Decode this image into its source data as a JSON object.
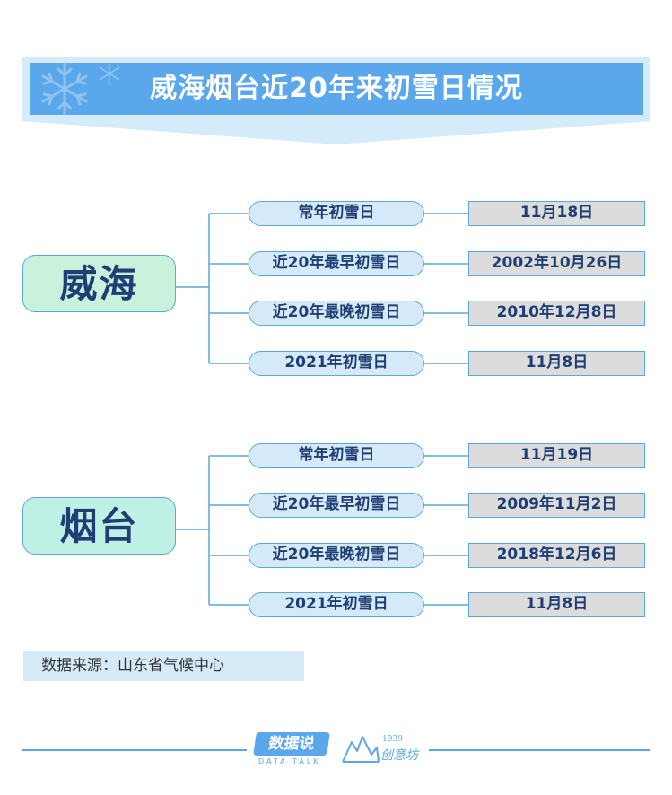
{
  "title": "威海烟台近20年来初雪日情况",
  "cities": [
    {
      "name": "威海",
      "rows": [
        {
          "label": "常年初雪日",
          "value": "11月18日"
        },
        {
          "label": "近20年最早初雪日",
          "value": "2002年10月26日"
        },
        {
          "label": "近20年最晚初雪日",
          "value": "2010年12月8日"
        },
        {
          "label": "2021年初雪日",
          "value": "11月8日"
        }
      ]
    },
    {
      "name": "烟台",
      "rows": [
        {
          "label": "常年初雪日",
          "value": "11月19日"
        },
        {
          "label": "近20年最早初雪日",
          "value": "2009年11月2日"
        },
        {
          "label": "近20年最晚初雪日",
          "value": "2018年12月6日"
        },
        {
          "label": "2021年初雪日",
          "value": "11月8日"
        }
      ]
    }
  ],
  "source": "数据来源：山东省气候中心",
  "footer": {
    "logo1_text": "数据说",
    "logo1_sub": "DATA TALK",
    "logo2_year": "1939",
    "logo2_name": "创意坊"
  },
  "colors": {
    "banner": "#5ba7ec",
    "banner_light": "#d4ebfa",
    "text_dark": "#1f3e73",
    "line": "#5ba7d8",
    "value_bg": "#dcdcdc",
    "pill_bg": "#d4eaf8"
  },
  "icons": [
    "snowflake-icon",
    "mountain-logo-icon"
  ]
}
